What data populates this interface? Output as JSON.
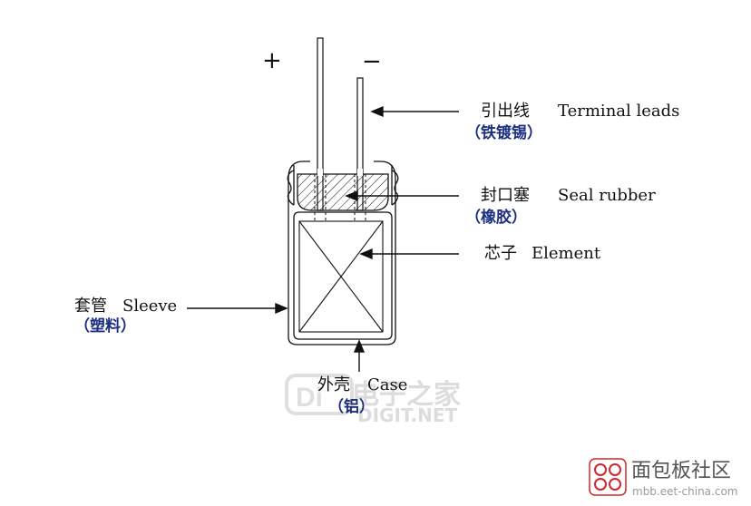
{
  "polarity": {
    "plus": "+",
    "minus": "−"
  },
  "labels": {
    "terminal": {
      "cn": "引出线",
      "en": "Terminal leads",
      "material": "（铁镀锡）"
    },
    "seal": {
      "cn": "封口塞",
      "en": "Seal rubber",
      "material": "（橡胶）"
    },
    "element": {
      "cn": "芯子",
      "en": "Element"
    },
    "sleeve": {
      "cn": "套管",
      "en": "Sleeve",
      "material": "（塑料）"
    },
    "case": {
      "cn": "外壳",
      "en": "Case",
      "material": "（铝）"
    }
  },
  "watermark": {
    "line1": "电子之家",
    "line2": "DIGIT.NET"
  },
  "brand": {
    "name": "面包板社区",
    "url": "mbb.eet-china.com"
  },
  "colors": {
    "material_text": "#1c2f80",
    "brand_red": "#d0262b",
    "line": "#111111"
  }
}
